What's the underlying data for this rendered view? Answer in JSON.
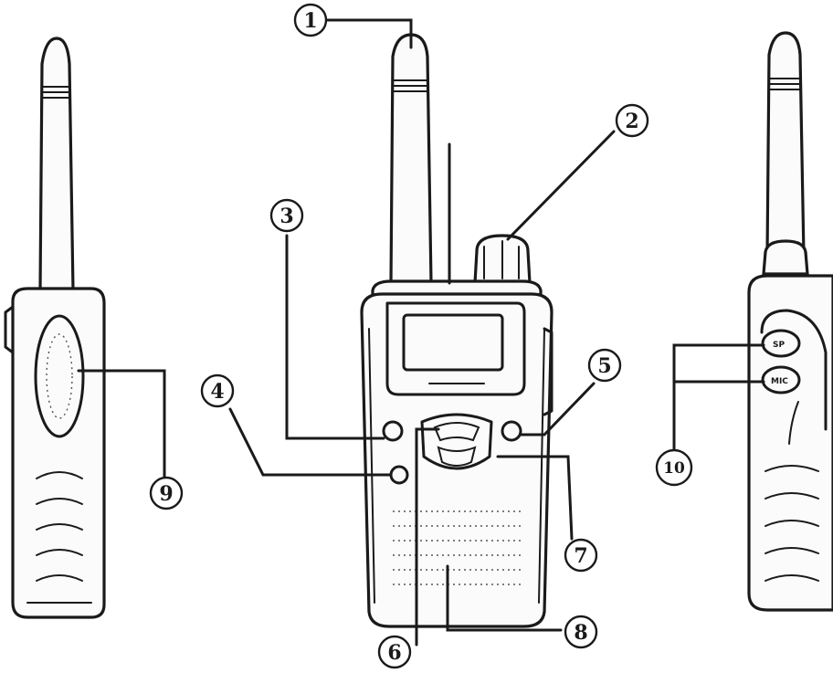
{
  "callouts": [
    {
      "id": "1",
      "glyph": "①"
    },
    {
      "id": "2",
      "glyph": "②"
    },
    {
      "id": "3",
      "glyph": "③"
    },
    {
      "id": "4",
      "glyph": "④"
    },
    {
      "id": "5",
      "glyph": "⑤"
    },
    {
      "id": "6",
      "glyph": "⑥"
    },
    {
      "id": "7",
      "glyph": "⑦"
    },
    {
      "id": "8",
      "glyph": "⑧"
    },
    {
      "id": "9",
      "glyph": "⑨"
    },
    {
      "id": "10",
      "glyph": "10"
    }
  ],
  "jack_labels": {
    "speaker": "SP",
    "mic": "MIC"
  }
}
